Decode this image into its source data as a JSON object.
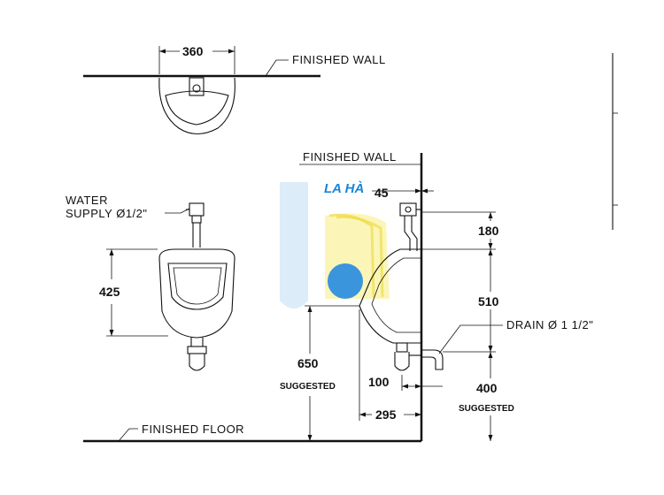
{
  "labels": {
    "finished_wall_top": "FINISHED WALL",
    "finished_wall_side": "FINISHED WALL",
    "finished_floor": "FINISHED FLOOR",
    "water_supply_line1": "WATER",
    "water_supply_line2": "SUPPLY Ø1/2\"",
    "drain": "DRAIN Ø 1 1/2\"",
    "suggested_left": "SUGGESTED",
    "suggested_right": "SUGGESTED"
  },
  "dimensions": {
    "top_width": "360",
    "front_height": "425",
    "offset_45": "45",
    "supply_180": "180",
    "body_510": "510",
    "floor_650": "650",
    "outlet_100": "100",
    "projection_295": "295",
    "drain_400": "400"
  },
  "watermark": {
    "text": "LA HÀ",
    "colors": {
      "blue": "#1a86d8",
      "yellow": "#f7ea3a"
    }
  }
}
